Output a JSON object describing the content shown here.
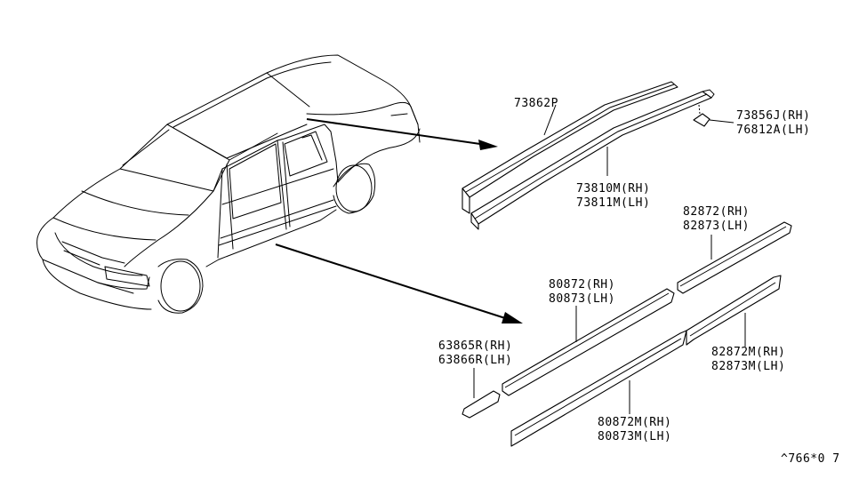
{
  "labels": {
    "l_73862P": "73862P",
    "l_73810M": "73810M(RH)",
    "l_73811M": "73811M(LH)",
    "l_73856J": "73856J(RH)",
    "l_76812A": "76812A(LH)",
    "l_82872": "82872(RH)",
    "l_82873": "82873(LH)",
    "l_80872": "80872(RH)",
    "l_80873": "80873(LH)",
    "l_63865R": "63865R(RH)",
    "l_63866R": "63866R(LH)",
    "l_82872M": "82872M(RH)",
    "l_82873M": "82873M(LH)",
    "l_80872M": "80872M(RH)",
    "l_80873M": "80873M(LH)",
    "ref_code": "^766*0 7"
  },
  "colors": {
    "ink": "#000000",
    "background": "#ffffff"
  }
}
